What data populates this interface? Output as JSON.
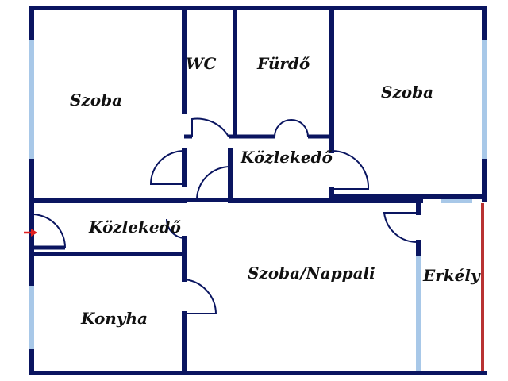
{
  "rooms": {
    "szoba_left": "Szoba",
    "wc": "WC",
    "furdo": "Fürdő",
    "szoba_right": "Szoba",
    "kozlekedo_upper": "Közlekedő",
    "kozlekedo_lower": "Közlekedő",
    "nappali": "Szoba/Nappali",
    "erkely": "Erkély",
    "konyha": "Konyha"
  },
  "colors": {
    "wall": "#0a1560",
    "window": "#a8c8e8",
    "railing": "#b83232",
    "entrance_arrow": "#e02020"
  },
  "icons": {
    "entrance": "entrance-arrow-icon"
  }
}
